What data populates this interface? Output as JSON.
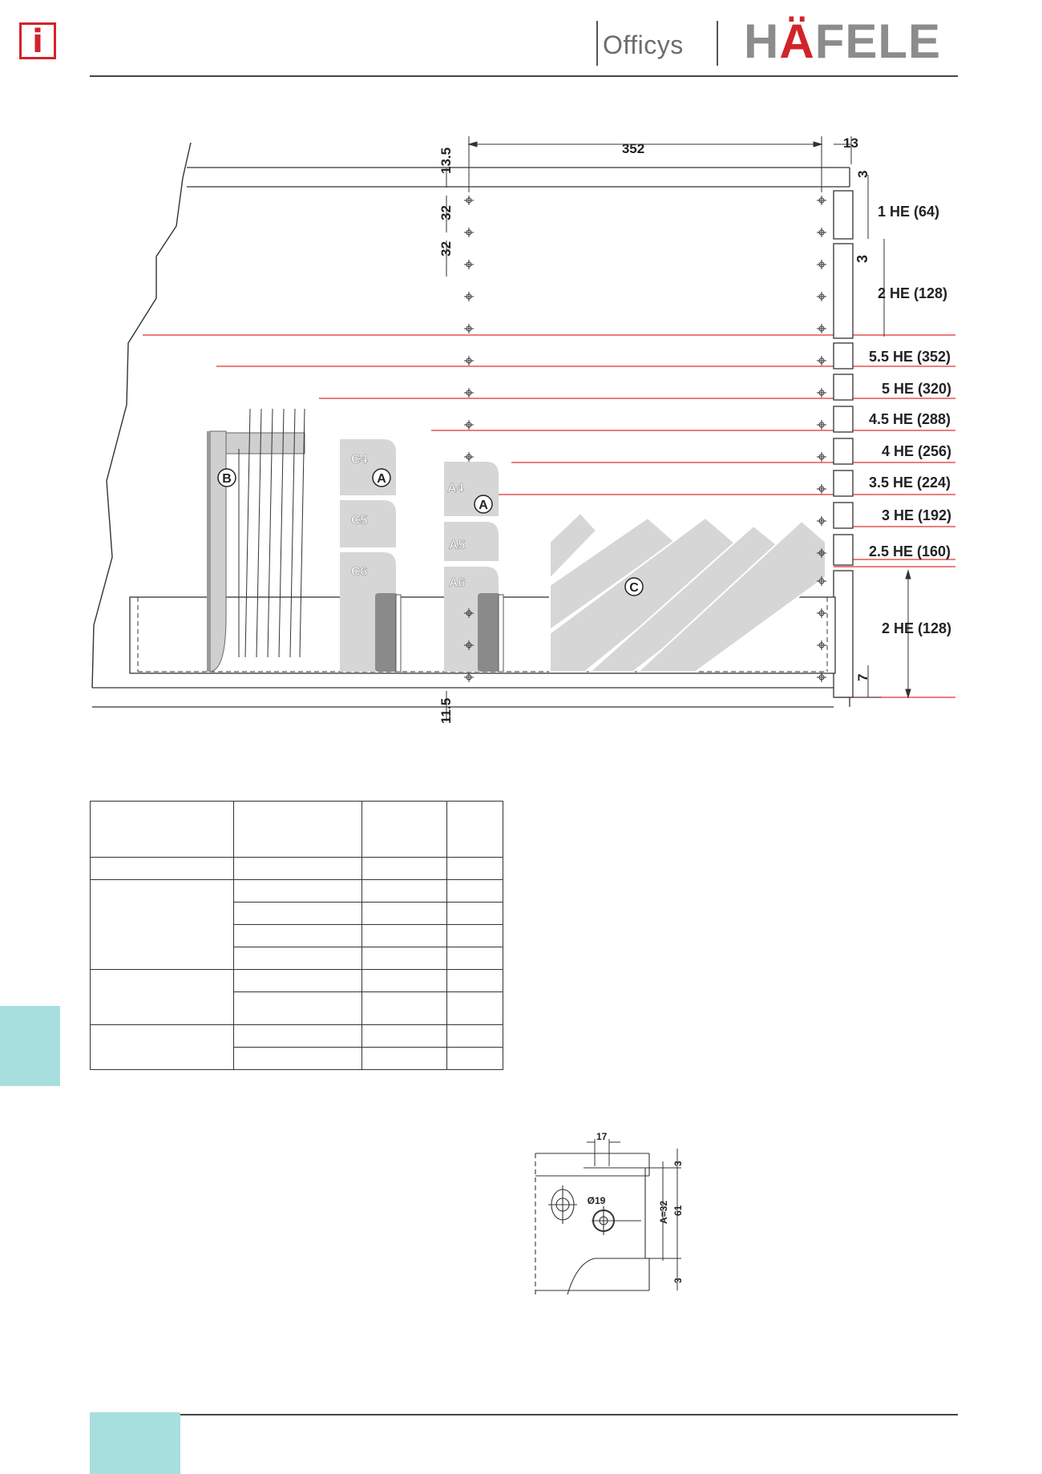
{
  "header": {
    "info_icon": "i",
    "brand_sub": "Officys",
    "brand_main": {
      "pre": "H",
      "accent": "Ä",
      "post": "FELE"
    },
    "accent_color": "#d2232a"
  },
  "drawing": {
    "top_dims": {
      "offset": "13.5",
      "span": "352",
      "edge": "13",
      "top_gap": "3"
    },
    "left_dims": {
      "pitch_a": "32",
      "pitch_b": "32"
    },
    "bottom_dims": {
      "offset": "11.5",
      "bottom_gap": "7"
    },
    "he_labels": [
      "1 HE (64)",
      "3",
      "2 HE (128)",
      "5.5 HE (352)",
      "5 HE (320)",
      "4.5 HE (288)",
      "4 HE (256)",
      "3.5 HE (224)",
      "3 HE (192)",
      "2.5 HE (160)",
      "2 HE (128)"
    ],
    "callouts": {
      "a": "A",
      "b": "B",
      "c": "C"
    },
    "folder_labels": [
      "C4",
      "C5",
      "C6",
      "A4",
      "A5",
      "A6"
    ]
  },
  "detail": {
    "width": "17",
    "diameter": "Ø19",
    "pitch": "A=32",
    "height": "61",
    "gap_top": "3",
    "gap_bottom": "3"
  },
  "table": {
    "rows": [
      [
        "",
        "",
        "",
        ""
      ],
      [
        "",
        "",
        "",
        ""
      ],
      [
        "",
        "",
        "",
        ""
      ],
      [
        "",
        "",
        "",
        ""
      ],
      [
        "",
        "",
        "",
        ""
      ],
      [
        "",
        "",
        "",
        ""
      ],
      [
        "",
        "",
        "",
        ""
      ],
      [
        "",
        "",
        "",
        ""
      ],
      [
        "",
        "",
        "",
        ""
      ],
      [
        "",
        "",
        "",
        ""
      ]
    ]
  },
  "theme": {
    "tab_color": "#a7dfdf",
    "rule_color": "#444444"
  }
}
